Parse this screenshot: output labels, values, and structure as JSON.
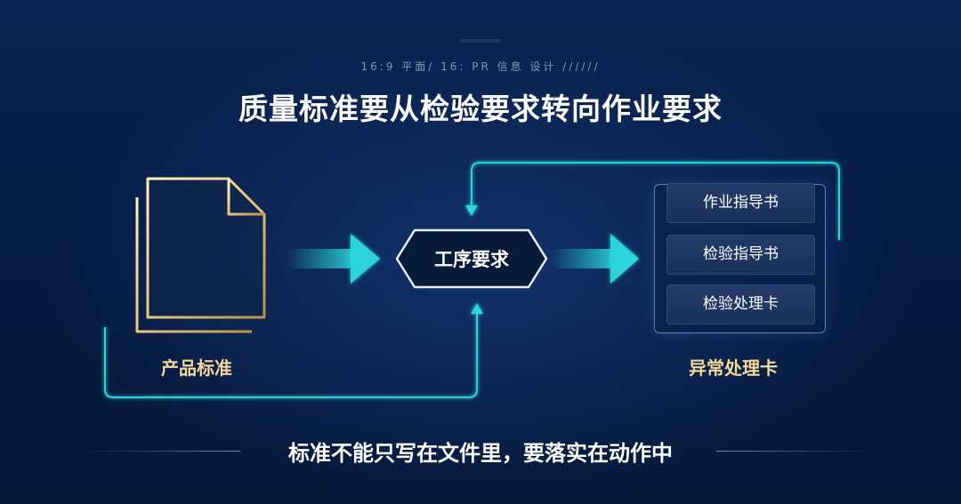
{
  "header": {
    "subtitle": "16:9 平面/ 16: PR 信息 设计 //////",
    "title": "质量标准要从检验要求转向作业要求"
  },
  "flow": {
    "source_label": "产品标准",
    "process_label": "工序要求",
    "output_items": [
      "作业指导书",
      "检验指导书",
      "检验处理卡"
    ],
    "output_label": "异常处理卡"
  },
  "footer": {
    "conclusion": "标准不能只写在文件里，要落实在动作中"
  },
  "colors": {
    "background": "#071a3a",
    "accent_cyan": "#2ad4d8",
    "gold": "#e7c77e",
    "text": "#ffffff"
  },
  "icons": {
    "source": "document-stack-icon",
    "arrows": "arrow-right-icon",
    "feedback": "loop-arrow-icon"
  }
}
